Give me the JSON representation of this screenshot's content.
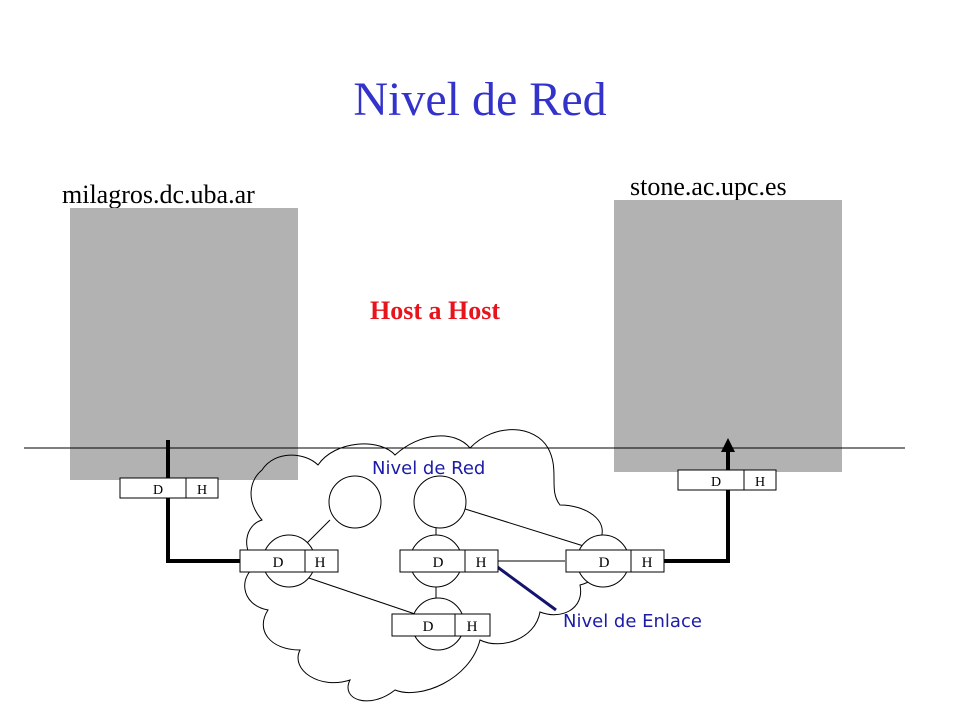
{
  "title": "Nivel de Red",
  "colors": {
    "title": "#3333cc",
    "accent": "#e8141b",
    "host_box": "#b2b2b2",
    "link_label": "#1c1ca8",
    "enlace_line": "#14146e"
  },
  "hosts": {
    "left": "milagros.dc.uba.ar",
    "right": "stone.ac.upc.es"
  },
  "center_label": "Host a Host",
  "cloud_label": "Nivel de Red",
  "enlace_label": "Nivel de Enlace",
  "packet": {
    "d": "D",
    "h": "H"
  }
}
